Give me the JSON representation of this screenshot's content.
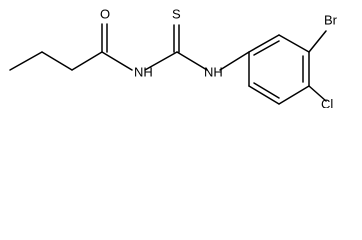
{
  "molecule": {
    "atoms": {
      "oxygen": "O",
      "sulfur": "S",
      "amide_nitrogen": "NH",
      "aryl_nitrogen": "NH",
      "chlorine": "Cl",
      "bromine": "Br"
    }
  }
}
